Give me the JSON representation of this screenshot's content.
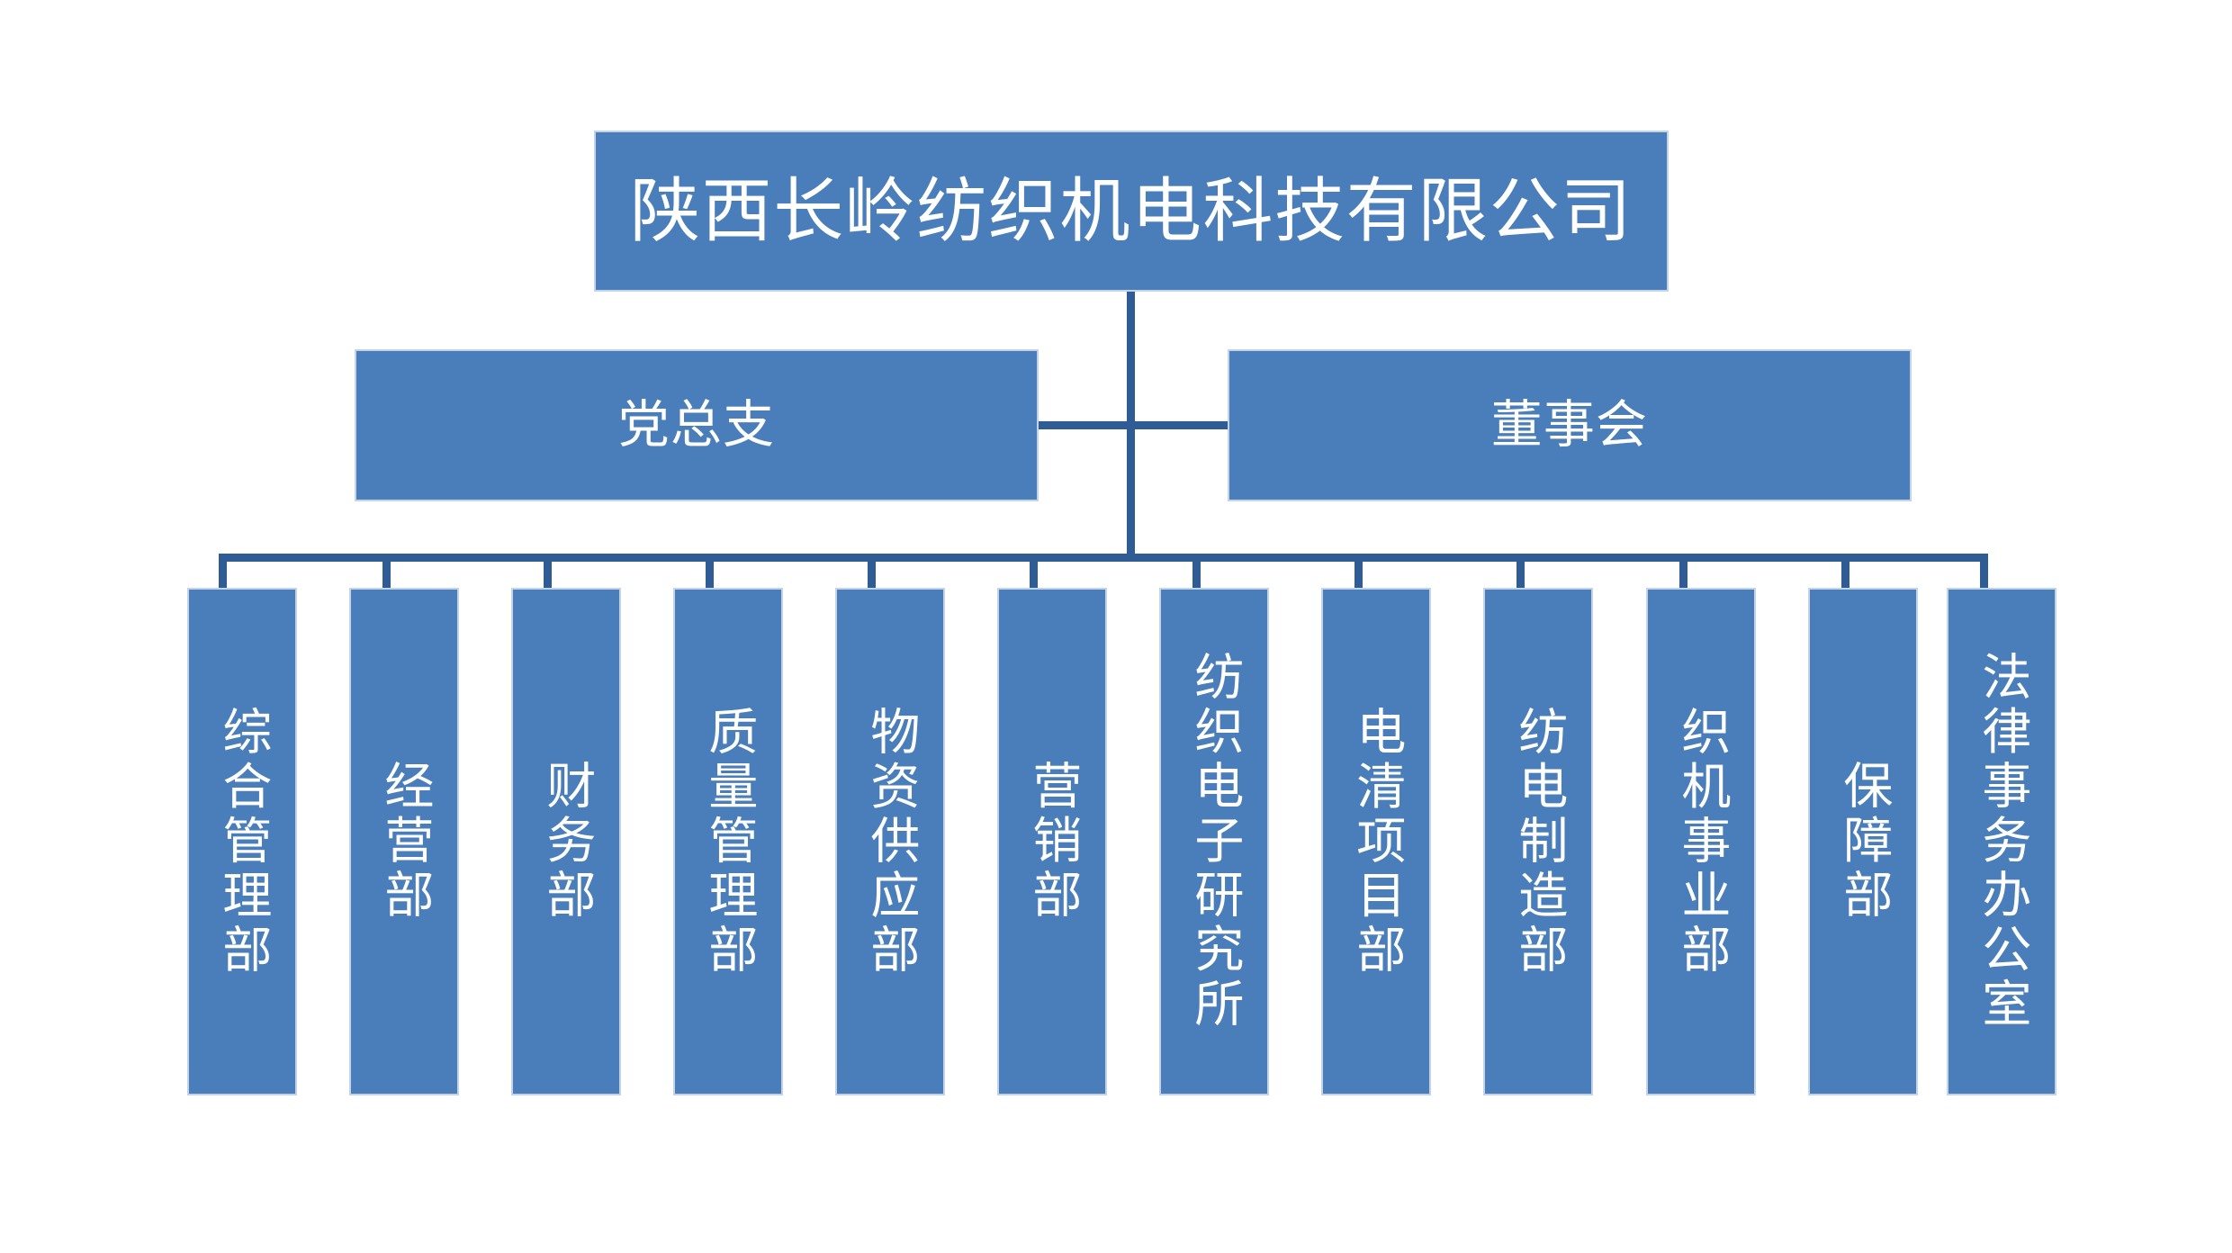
{
  "chart_data": {
    "type": "diagram",
    "diagram_kind": "organizational-chart",
    "title": "陕西长岭纺织机电科技有限公司",
    "levels": 3,
    "colors": {
      "box_fill": "#4a7ebb",
      "box_border": "#c3d4e8",
      "connector": "#2f5c94",
      "text": "#ffffff",
      "background": "#ffffff"
    },
    "nodes": [
      {
        "id": "root",
        "label": "陕西长岭纺织机电科技有限公司",
        "level": 1,
        "orientation": "horizontal"
      },
      {
        "id": "party",
        "label": "党总支",
        "level": 2,
        "orientation": "horizontal"
      },
      {
        "id": "board",
        "label": "董事会",
        "level": 2,
        "orientation": "horizontal"
      }
    ],
    "departments": [
      {
        "index": 1,
        "label": "综合管理部"
      },
      {
        "index": 2,
        "label": "经营部"
      },
      {
        "index": 3,
        "label": "财务部"
      },
      {
        "index": 4,
        "label": "质量管理部"
      },
      {
        "index": 5,
        "label": "物资供应部"
      },
      {
        "index": 6,
        "label": "营销部"
      },
      {
        "index": 7,
        "label": "纺织电子研究所"
      },
      {
        "index": 8,
        "label": "电清项目部"
      },
      {
        "index": 9,
        "label": "纺电制造部"
      },
      {
        "index": 10,
        "label": "织机事业部"
      },
      {
        "index": 11,
        "label": "保障部"
      },
      {
        "index": 12,
        "label": "法律事务办公室"
      }
    ]
  },
  "root": {
    "label": "陕西长岭纺织机电科技有限公司"
  },
  "level2": {
    "party": {
      "label": "党总支"
    },
    "board": {
      "label": "董事会"
    }
  },
  "departments": [
    {
      "label": "综合管理部"
    },
    {
      "label": "经营部"
    },
    {
      "label": "财务部"
    },
    {
      "label": "质量管理部"
    },
    {
      "label": "物资供应部"
    },
    {
      "label": "营销部"
    },
    {
      "label": "纺织电子研究所"
    },
    {
      "label": "电清项目部"
    },
    {
      "label": "纺电制造部"
    },
    {
      "label": "织机事业部"
    },
    {
      "label": "保障部"
    },
    {
      "label": "法律事务办公室"
    }
  ]
}
